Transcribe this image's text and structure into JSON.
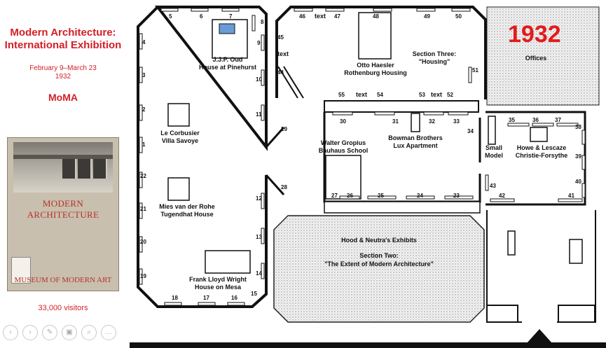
{
  "sidebar": {
    "title": "Modern Architecture: International Exhibition",
    "dates": "February 9–March 23",
    "year": "1932",
    "venue": "MoMA",
    "visitors": "33,000 visitors",
    "cover_title": "MODERN ARCHITECTURE",
    "cover_publisher": "MUSEUM OF MODERN ART"
  },
  "plan": {
    "year_label": "1932",
    "rooms": {
      "oud": [
        "J.J.P. Oud",
        "House at Pinehurst"
      ],
      "lecorbusier": [
        "Le Corbusier",
        "Villa Savoye"
      ],
      "mies": [
        "Mies van der Rohe",
        "Tugendhat House"
      ],
      "wright": [
        "Frank Lloyd Wright",
        "House on Mesa"
      ],
      "haesler": [
        "Otto Haesler",
        "Rothenburg Housing"
      ],
      "section3": [
        "Section Three:",
        "\"Housing\""
      ],
      "offices": "Offices",
      "gropius": [
        "Walter Gropius",
        "Bauhaus School"
      ],
      "bowman": [
        "Bowman Brothers",
        "Lux Apartment"
      ],
      "small_model": [
        "Small",
        "Model"
      ],
      "howe": [
        "Howe & Lescaze",
        "Christie-Forsythe"
      ],
      "hood": "Hood & Neutra's Exhibits",
      "section2": [
        "Section Two:",
        "\"The Extent of Modern Architecture\""
      ]
    },
    "text_tag": "text",
    "wall_numbers": {
      "n5": "5",
      "n6": "6",
      "n7": "7",
      "n8": "8",
      "n9": "9",
      "n4": "4",
      "n3": "3",
      "n2": "2",
      "n1": "1",
      "n22": "22",
      "n21": "21",
      "n20": "20",
      "n19": "19",
      "n10": "10",
      "n11": "11",
      "n12": "12",
      "n13": "13",
      "n14": "14",
      "n15": "15",
      "n16": "16",
      "n17": "17",
      "n18": "18",
      "n29": "29",
      "n28": "28",
      "n46": "46",
      "n47": "47",
      "n48": "48",
      "n49": "49",
      "n50": "50",
      "n45": "45",
      "n44": "44",
      "n51": "51",
      "n55": "55",
      "n54": "54",
      "n53": "53",
      "n52": "52",
      "n30": "30",
      "n31": "31",
      "n32": "32",
      "n33": "33",
      "n34": "34",
      "n35": "35",
      "n36": "36",
      "n37": "37",
      "n38": "38",
      "n39": "39",
      "n40": "40",
      "n41": "41",
      "n42": "42",
      "n43": "43",
      "n27": "27",
      "n26": "26",
      "n25": "25",
      "n24": "24",
      "n23": "23"
    }
  },
  "controls": {
    "prev_icon": "‹",
    "next_icon": "›",
    "pen_icon": "✎",
    "view_icon": "▣",
    "zoom_icon": "⌕",
    "more_icon": "…"
  }
}
